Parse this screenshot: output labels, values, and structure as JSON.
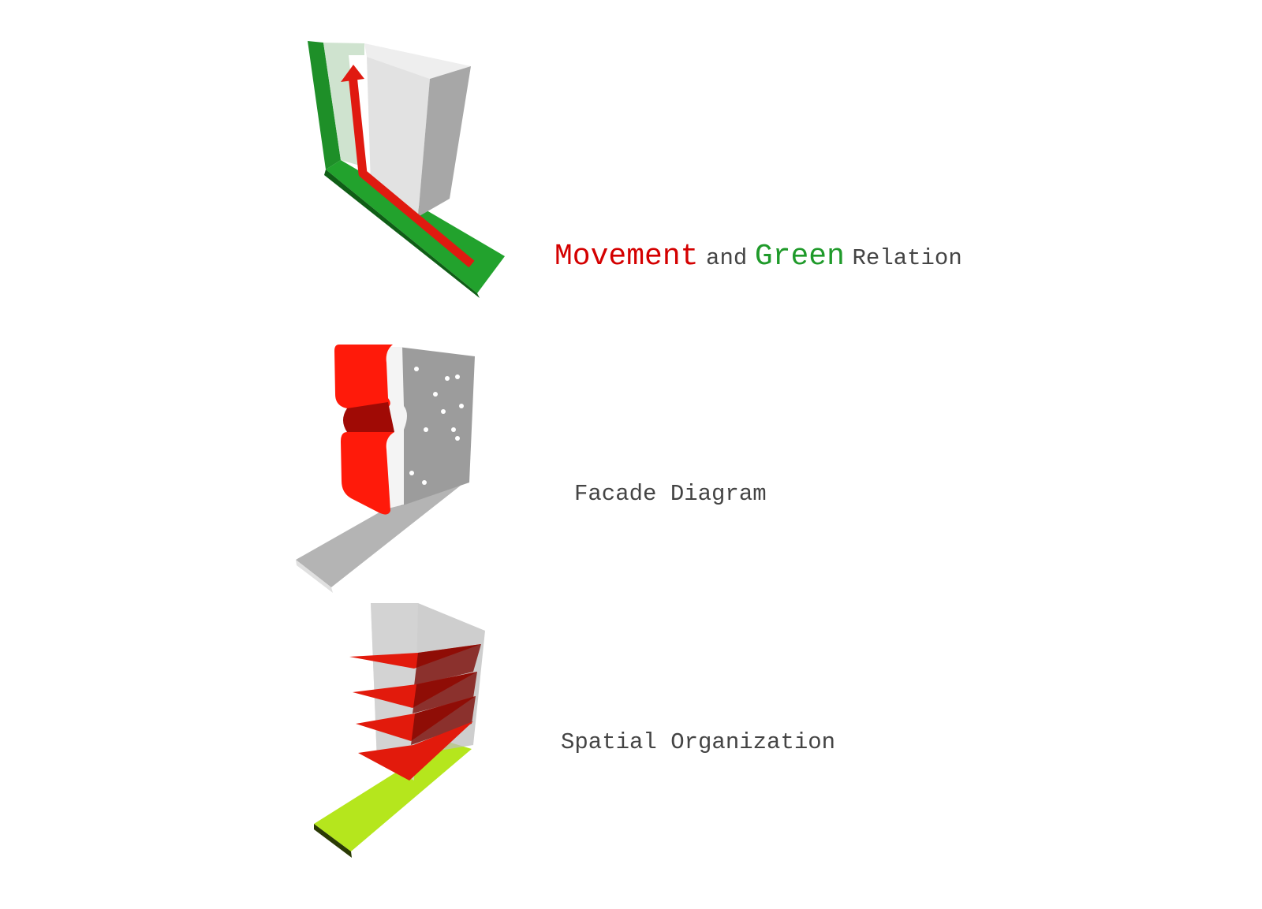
{
  "captions": {
    "movement_green": {
      "word1": "Movement",
      "word2": "and",
      "word3": "Green",
      "word4": "Relation"
    },
    "facade": "Facade Diagram",
    "spatial": "Spatial Organization"
  },
  "colors": {
    "movement": "#d40000",
    "green": "#1f9a2a",
    "text": "#444444",
    "lime": "#b5e61d"
  }
}
